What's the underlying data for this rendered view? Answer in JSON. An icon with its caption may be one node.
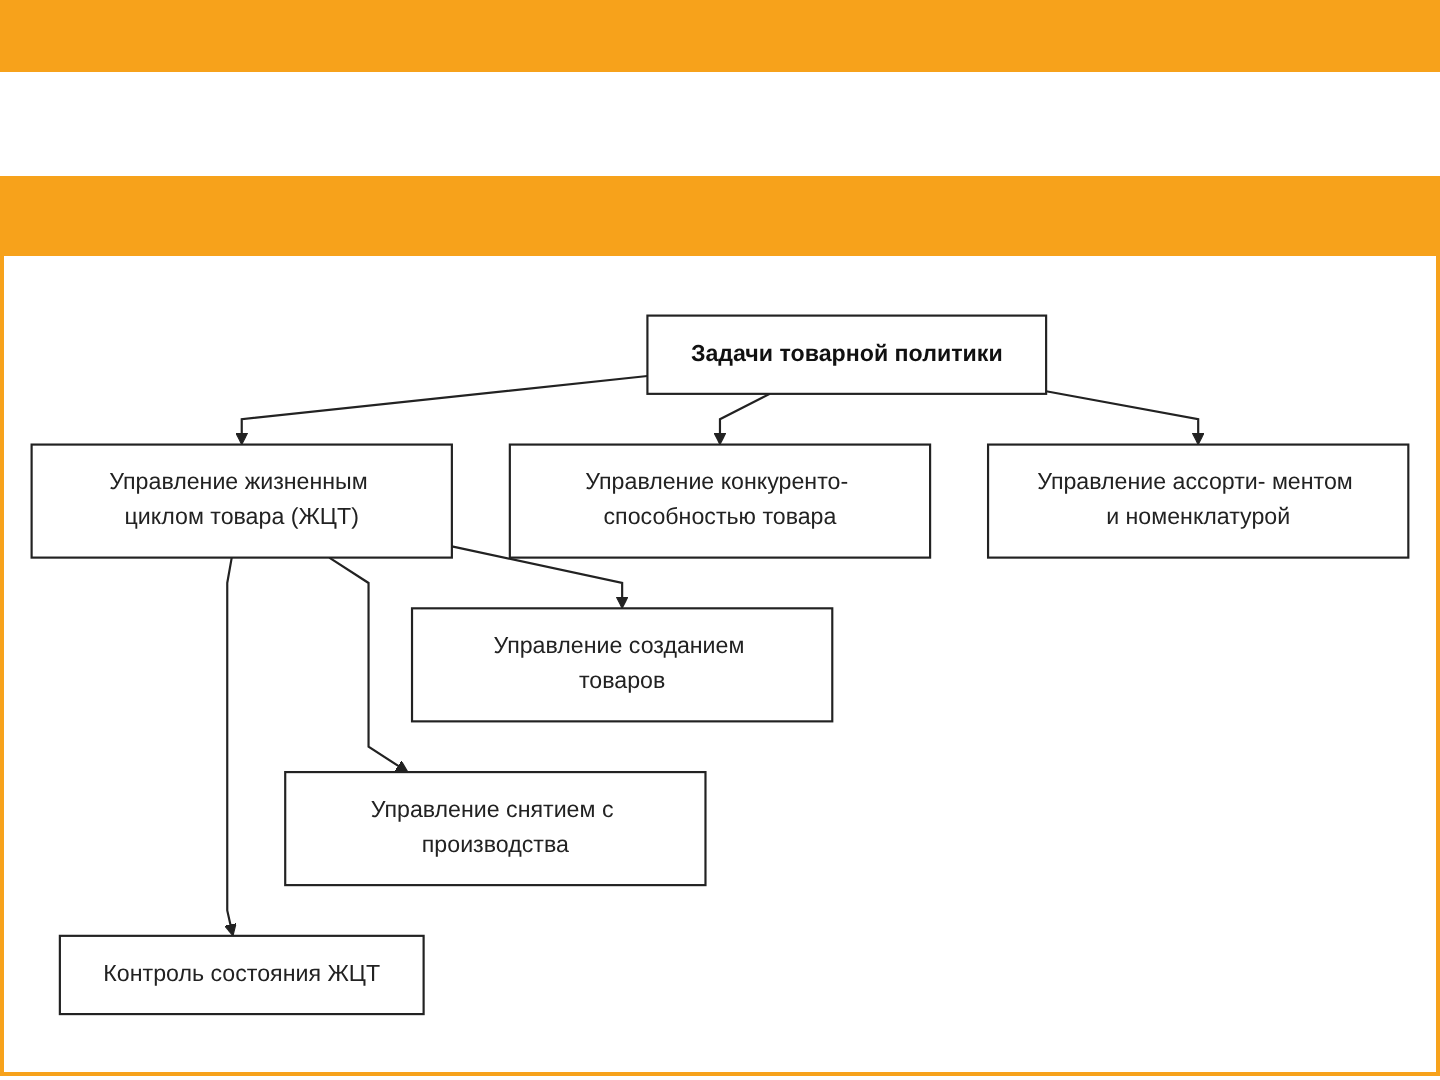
{
  "diagram": {
    "nodes": [
      {
        "text": [
          "Задачи товарной политики"
        ]
      },
      {
        "text": [
          "Управление жизненным циклом товара (ЖЦТ)"
        ]
      },
      {
        "text": [
          "Управление конкуренто- способностью товара"
        ]
      },
      {
        "text": [
          "Управление ассорти- ментом и номенклатурой"
        ]
      },
      {
        "text": [
          "Управление созданием товаров"
        ]
      },
      {
        "text": [
          "Управление снятием с производства"
        ]
      },
      {
        "text": [
          "Контроль состояния ЖЦТ"
        ]
      }
    ],
    "edges": [
      {
        "from": 0,
        "to": 1,
        "arrow": "to"
      },
      {
        "from": 0,
        "to": 2,
        "arrow": "to"
      },
      {
        "from": 0,
        "to": 3,
        "arrow": "to"
      },
      {
        "from": 1,
        "to": 4,
        "arrow": "to"
      },
      {
        "from": 1,
        "to": 5,
        "arrow": "to"
      },
      {
        "from": 1,
        "to": 6,
        "arrow": "to"
      }
    ]
  }
}
